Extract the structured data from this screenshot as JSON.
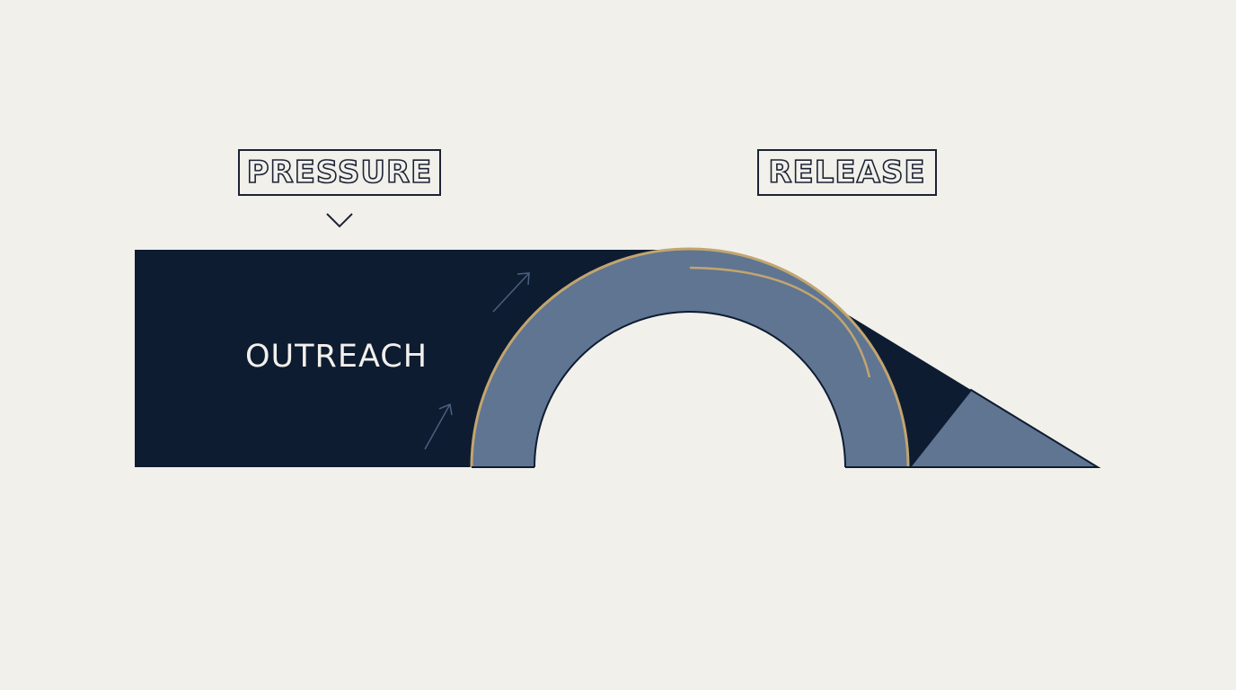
{
  "labels": {
    "pressure": "PRESSURE",
    "release": "RELEASE",
    "outreach": "OUTREACH"
  },
  "colors": {
    "background": "#f2f0eb",
    "navy": "#0e1c31",
    "arch_blue": "#5f7592",
    "gold": "#c2a56f",
    "outline": "#1b2233"
  },
  "icons": {
    "pressure_pointer": "chevron-down-icon",
    "flow_arrows": "arrow-up-right-icon"
  }
}
